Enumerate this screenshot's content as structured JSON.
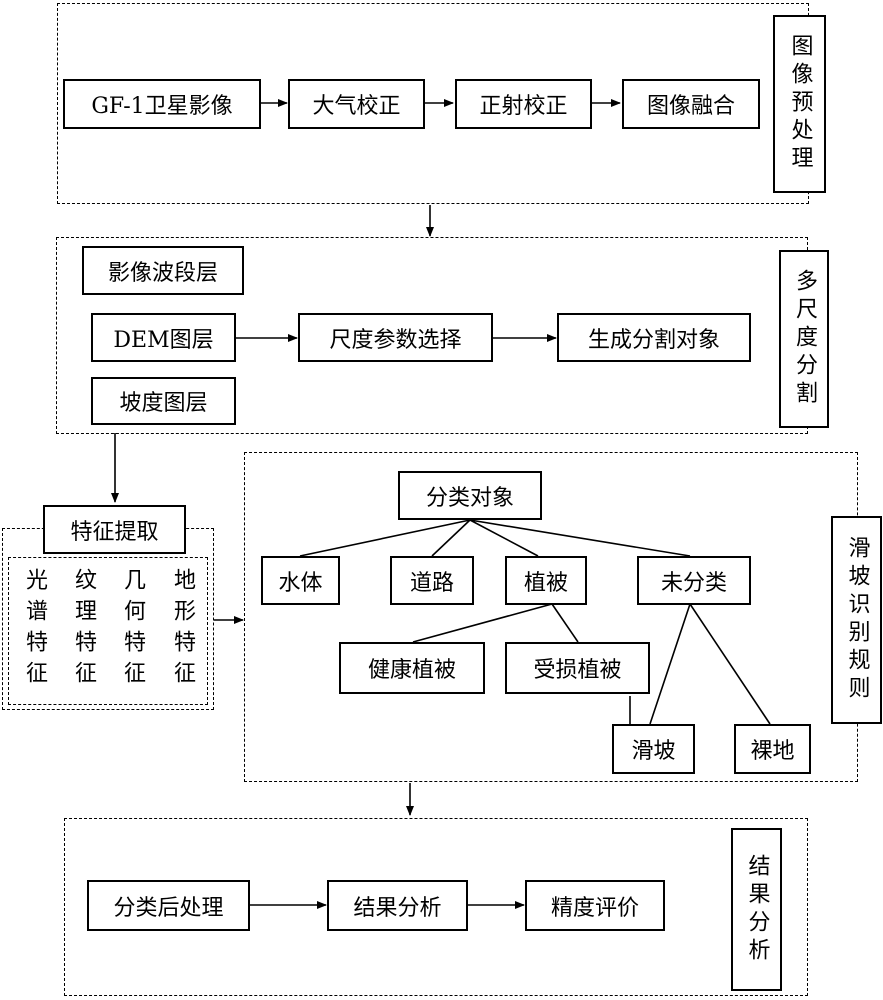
{
  "preprocess": {
    "steps": [
      "GF-1卫星影像",
      "大气校正",
      "正射校正",
      "图像融合"
    ],
    "side_label": "图像预处理"
  },
  "segmentation": {
    "layers": [
      "影像波段层",
      "DEM图层",
      "坡度图层"
    ],
    "steps": [
      "尺度参数选择",
      "生成分割对象"
    ],
    "side_label": "多尺度分割"
  },
  "feature": {
    "title": "特征提取",
    "columns": [
      "光谱特征",
      "纹理特征",
      "几何特征",
      "地形特征"
    ]
  },
  "rules": {
    "root": "分类对象",
    "classes": [
      "水体",
      "道路",
      "植被",
      "未分类"
    ],
    "vegetation_children": [
      "健康植被",
      "受损植被"
    ],
    "leaf": [
      "滑坡",
      "裸地"
    ],
    "side_label": "滑坡识别规则"
  },
  "results": {
    "steps": [
      "分类后处理",
      "结果分析",
      "精度评价"
    ],
    "side_label": "结果分析"
  }
}
